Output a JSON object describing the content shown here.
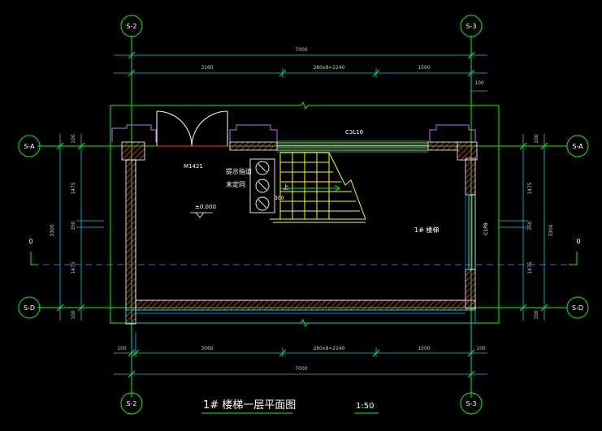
{
  "axes": {
    "s2": "S-2",
    "s3": "S-3",
    "sa": "S-A",
    "sd": "S-D",
    "zero": "0"
  },
  "dims": {
    "total_width": "7000",
    "seg_left": "3160",
    "seg_stair": "280x8=2240",
    "seg_right": "1500",
    "offset_100": "100",
    "bottom_seg_left": "3060",
    "total_height": "3300",
    "seg_1475": "1475",
    "seg_350": "350"
  },
  "labels": {
    "door_tag": "M1421",
    "level": "±0.000",
    "window_tag": "C3L16",
    "stair_name": "1# 楼梯",
    "note_line1": "提示指道",
    "note_line2": "未定同",
    "up_mark": "上",
    "step_300": "300",
    "side_tag": "C1P8"
  },
  "title": {
    "main": "1# 楼梯一层平面图",
    "scale": "1:50"
  },
  "colors": {
    "background": "#000000",
    "axis_line": "#00ff00",
    "dim_line": "#00c8ff",
    "wall": "#ff3030",
    "white": "#ffffff",
    "stair": "#ffff00",
    "window": "#cc66ff",
    "grid": "#00ff00"
  }
}
